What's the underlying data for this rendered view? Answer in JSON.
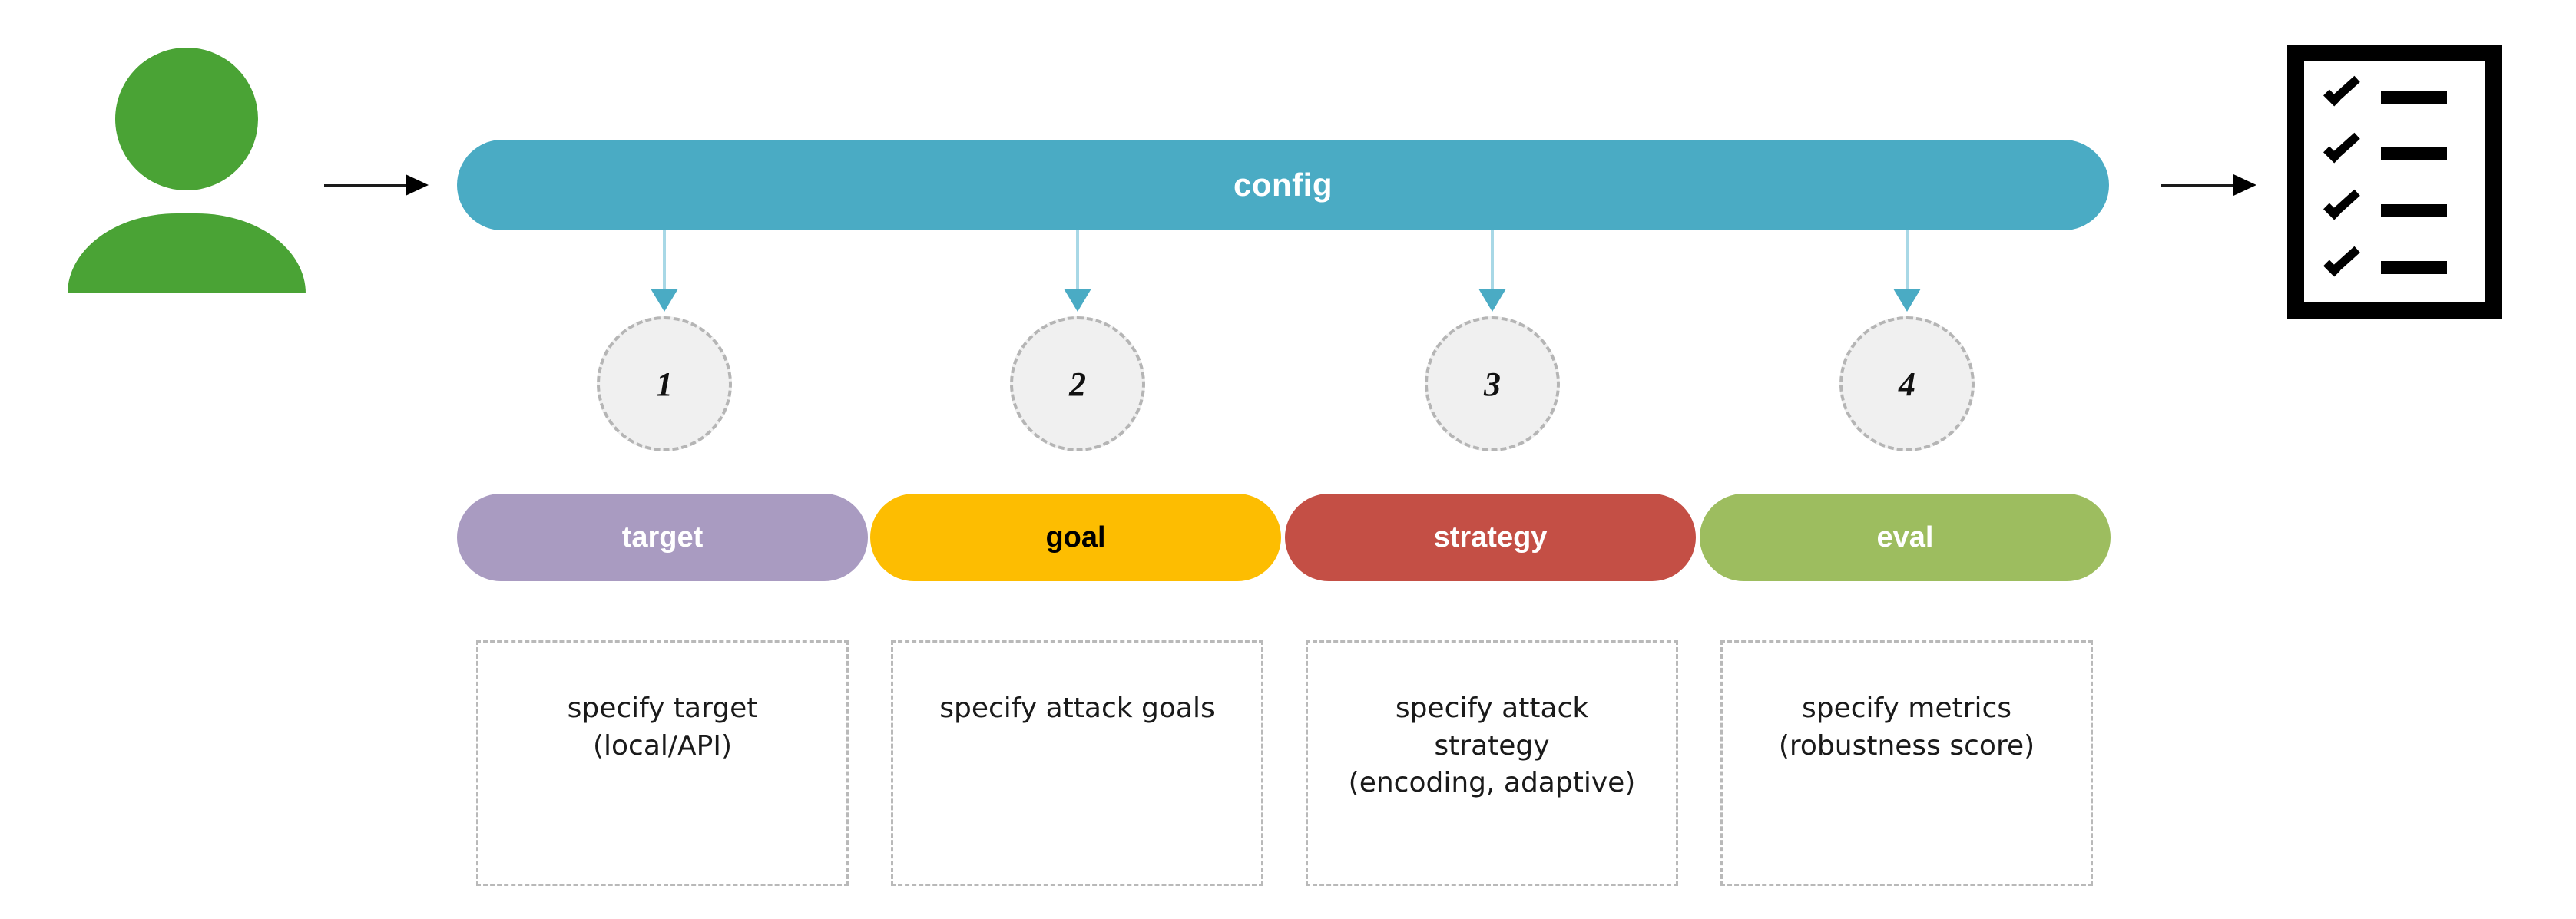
{
  "diagram": {
    "title": "config",
    "actor": {
      "icon": "user-person-icon",
      "color": "#4aa335"
    },
    "output": {
      "icon": "checklist-clipboard-icon",
      "checked_items": 4,
      "color": "#000000"
    },
    "config_bar": {
      "label": "config",
      "color": "#4aabc4",
      "text_color": "#ffffff"
    },
    "connector_color": "#a8d8e6",
    "arrow_color": "#000000",
    "steps": [
      {
        "number": "1",
        "stage_label": "target",
        "stage_color": "#a99bc1",
        "stage_text_color": "#ffffff",
        "description": "specify target\n(local/API)"
      },
      {
        "number": "2",
        "stage_label": "goal",
        "stage_color": "#fdbd01",
        "stage_text_color": "#000000",
        "description": "specify attack goals"
      },
      {
        "number": "3",
        "stage_label": "strategy",
        "stage_color": "#c44f45",
        "stage_text_color": "#ffffff",
        "description": "specify attack\nstrategy\n(encoding, adaptive)"
      },
      {
        "number": "4",
        "stage_label": "eval",
        "stage_color": "#9dbd5f",
        "stage_text_color": "#ffffff",
        "description": "specify metrics\n(robustness score)"
      }
    ]
  }
}
